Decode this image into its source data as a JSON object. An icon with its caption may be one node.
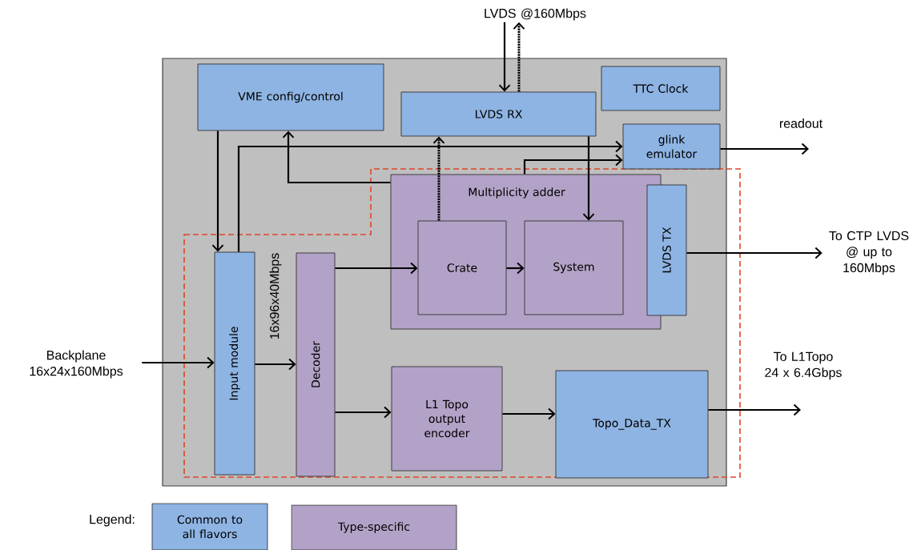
{
  "diagram": {
    "nodes": [
      {
        "text": [
          "LVDS @160Mbps"
        ]
      },
      {
        "text": [],
        "shape": "box"
      },
      {
        "text": [
          "VME config/control"
        ],
        "in": 1
      },
      {
        "text": [
          "LVDS RX"
        ],
        "in": 1
      },
      {
        "text": [
          "TTC Clock"
        ],
        "in": 1
      },
      {
        "text": [
          "glink emulator"
        ],
        "in": 1
      },
      {
        "text": [
          "Multiplicity adder"
        ],
        "in": 1
      },
      {
        "text": [
          "Crate"
        ],
        "in": 6
      },
      {
        "text": [
          "System"
        ],
        "in": 6
      },
      {
        "text": [
          "LVDS TX"
        ],
        "in": 1
      },
      {
        "text": [
          "To CTP LVDS @ up to 160Mbps"
        ]
      },
      {
        "text": [
          "Backplane 16x24x160Mbps"
        ]
      },
      {
        "text": [
          "Input module"
        ],
        "in": 1
      },
      {
        "text": [
          "Decoder"
        ],
        "in": 1
      },
      {
        "text": [
          "L1 Topo output encoder"
        ],
        "in": 1
      },
      {
        "text": [
          "Topo_Data_TX"
        ],
        "in": 1
      }
    ],
    "edges": [
      {
        "from": 0,
        "to": 3,
        "arrow": "to"
      },
      {
        "from": 3,
        "to": 0,
        "arrow": "to",
        "style": "dashed"
      },
      {
        "from": 2,
        "to": 12,
        "arrow": "to"
      },
      {
        "from": 12,
        "to": 5,
        "arrow": "to"
      },
      {
        "from": 6,
        "to": 2,
        "arrow": "to"
      },
      {
        "from": 7,
        "to": 3,
        "arrow": "to",
        "style": "dashed"
      },
      {
        "from": 3,
        "to": 8,
        "arrow": "to"
      },
      {
        "from": 6,
        "to": 5,
        "arrow": "to"
      },
      {
        "from": 5,
        "to": null,
        "arrow": "to",
        "label": "readout"
      },
      {
        "from": 13,
        "to": 7,
        "arrow": "to"
      },
      {
        "from": 7,
        "to": 8,
        "arrow": "to"
      },
      {
        "from": 9,
        "to": 10,
        "arrow": "to"
      },
      {
        "from": 11,
        "to": 12,
        "arrow": "to"
      },
      {
        "from": 12,
        "to": 13,
        "arrow": "to",
        "label": "16x96x40Mbps"
      },
      {
        "from": 13,
        "to": 14,
        "arrow": "to"
      },
      {
        "from": 14,
        "to": 15,
        "arrow": "to"
      },
      {
        "from": 15,
        "to": null,
        "arrow": "to",
        "label": "To L1Topo 24 x 6.4Gbps"
      }
    ],
    "labels": [
      "Legend:"
    ],
    "legend": [
      {
        "text": "Common to all flavors",
        "color": "#8eb4e3"
      },
      {
        "text": "Type-specific",
        "color": "#b3a2c7"
      }
    ]
  }
}
